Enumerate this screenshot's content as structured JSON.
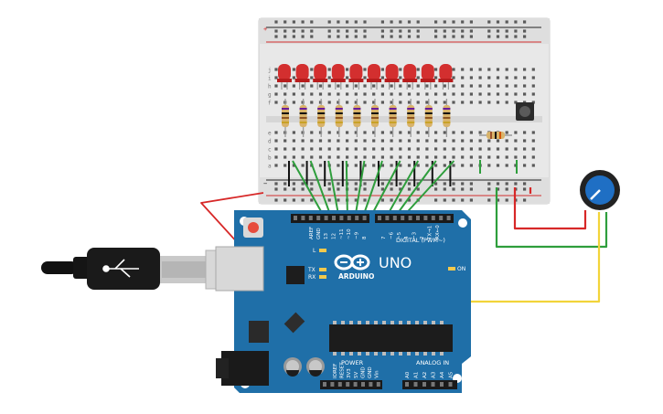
{
  "board": {
    "name": "ARDUINO",
    "model": "UNO",
    "digital_header_label": "DIGITAL (PWM~)",
    "analog_header_label": "ANALOG IN",
    "power_header_label": "POWER",
    "on_label": "ON",
    "l_label": "L",
    "tx_label": "TX",
    "rx_label": "RX",
    "aref_label": "AREF",
    "gnd_label": "GND",
    "digital_pins": [
      "13",
      "12",
      "~11",
      "~10",
      "~9",
      "8",
      "7",
      "~6",
      "~5",
      "4",
      "~3",
      "2",
      "TX→1",
      "RX←0"
    ],
    "analog_pins": [
      "A0",
      "A1",
      "A2",
      "A3",
      "A4",
      "A5"
    ],
    "power_pins": [
      "IOREF",
      "RESET",
      "3V3",
      "5V",
      "GND",
      "GND",
      "Vin"
    ]
  },
  "breadboard": {
    "row_letters_top": [
      "j",
      "i",
      "h",
      "g",
      "f"
    ],
    "row_letters_bottom": [
      "e",
      "d",
      "c",
      "b",
      "a"
    ],
    "columns": 30,
    "plus_label": "+",
    "minus_label": "−"
  },
  "components": {
    "led_count": 10,
    "led_color": "#d32f2f",
    "pushbutton": "pushbutton",
    "potentiometer": "potentiometer"
  },
  "colors": {
    "board_blue": "#1f6fa8",
    "wire_green": "#2e9e3c",
    "wire_red": "#d72828",
    "wire_yellow": "#f2d43a",
    "wire_black": "#111111"
  }
}
